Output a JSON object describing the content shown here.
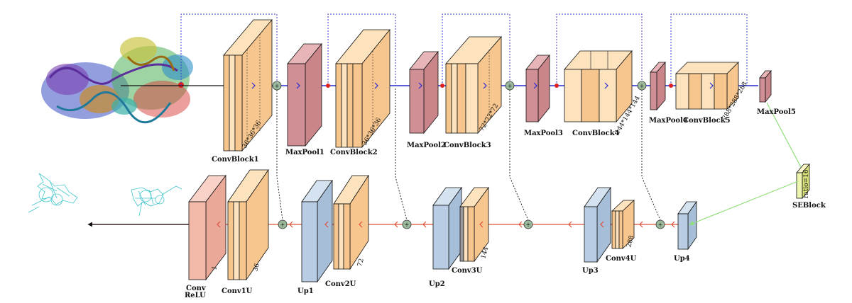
{
  "encoder": {
    "blocks": [
      {
        "name": "ConvBlock1",
        "dim": "36*36*36"
      },
      {
        "name": "MaxPool1"
      },
      {
        "name": "ConvBlock2",
        "dim": "36*36*36"
      },
      {
        "name": "MaxPool2"
      },
      {
        "name": "ConvBlock3",
        "dim": "72*72*72"
      },
      {
        "name": "MaxPool3"
      },
      {
        "name": "ConvBlock4",
        "dim": "144*144*144"
      },
      {
        "name": "MaxPool4"
      },
      {
        "name": "ConvBlock5",
        "dim": "288*288*288"
      },
      {
        "name": "MaxPool5"
      }
    ]
  },
  "se": {
    "name": "SEBlock",
    "dim": "ratio=16"
  },
  "decoder": {
    "blocks": [
      {
        "name": "Up4"
      },
      {
        "name": "Conv4U",
        "dim": "288"
      },
      {
        "name": "Up3"
      },
      {
        "name": "Conv3U",
        "dim": "144"
      },
      {
        "name": "Up2"
      },
      {
        "name": "Conv2U",
        "dim": "72"
      },
      {
        "name": "Up1"
      },
      {
        "name": "Conv1U",
        "dim": "36"
      },
      {
        "name": "Conv ReLU",
        "line1": "Conv",
        "line2": "ReLU",
        "dim": "1"
      }
    ]
  },
  "colors": {
    "conv": "#f6c68e",
    "conv_light": "#fde3bd",
    "pool": "#d08f94",
    "up": "#b8cde3",
    "final": "#f2b8a8",
    "encoder_arrow": "#2a2ad0",
    "decoder_arrow": "#e0503c",
    "skip": "#3a3acf",
    "se_link": "#8fe07a",
    "node_red": "#e02020",
    "sum_node": "#9ab89a",
    "protein_mesh": "#44c6cc"
  }
}
